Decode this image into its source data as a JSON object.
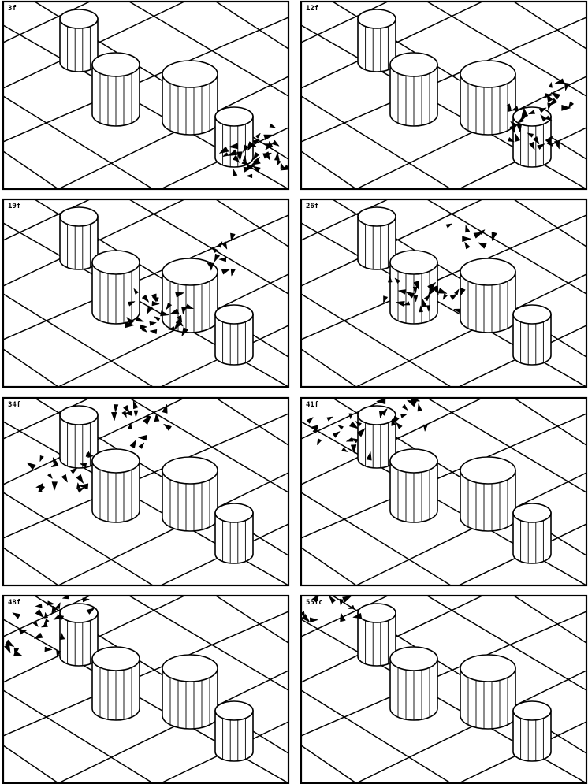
{
  "figure": {
    "panels": [
      {
        "label": "3f",
        "flock": "front-right, near small pillar"
      },
      {
        "label": "12f",
        "flock": "swirling around small pillar"
      },
      {
        "label": "19f",
        "flock": "passing between large and small pillars"
      },
      {
        "label": "26f",
        "flock": "passing between middle pillars"
      },
      {
        "label": "34f",
        "flock": "splitting around left pillars"
      },
      {
        "label": "41f",
        "flock": "regrouping behind left pillars"
      },
      {
        "label": "48f",
        "flock": "moving toward upper-left corner"
      },
      {
        "label": "55fc",
        "flock": "leaving upper-left corner"
      }
    ],
    "colors": {
      "ink": "#000000",
      "paper": "#ffffff"
    }
  }
}
